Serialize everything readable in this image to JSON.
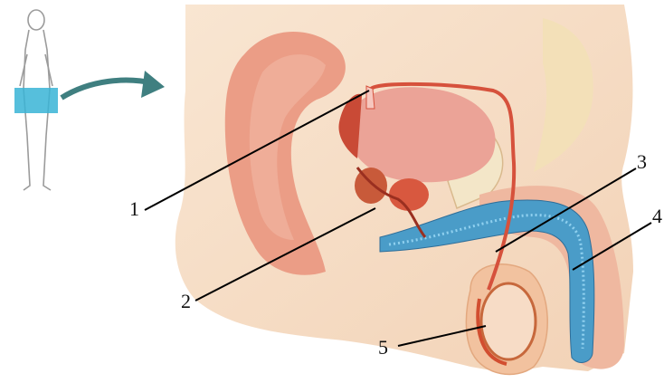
{
  "labels": [
    "1",
    "2",
    "3",
    "4",
    "5"
  ],
  "colors": {
    "background": "#ffffff",
    "skin": "#f6ddc4",
    "muscle": "#eb9d86",
    "bladder": "#eba397",
    "duct": "#d6513c",
    "urethra_blue": "#4a9cc8",
    "figure_outline": "#9b9b9b",
    "figure_highlight": "#38b4d6",
    "arrow": "#3f7f80",
    "leader_line": "#000000"
  },
  "icons": [
    "human-figure-icon",
    "arrow-right-icon"
  ]
}
